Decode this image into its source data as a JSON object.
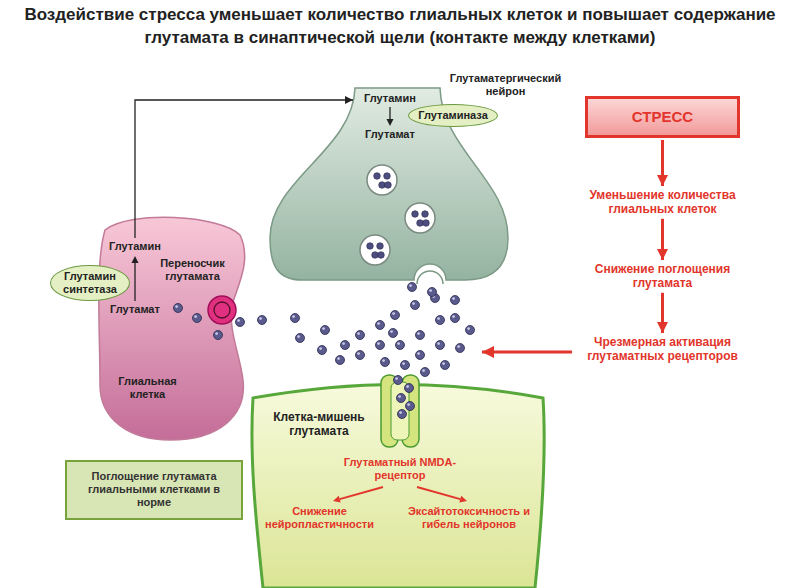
{
  "diagram": {
    "title": "Воздействие стресса уменьшает количество глиальных клеток и повышает содержание глутамата в синаптической щели (контакте между клетками)",
    "nodes": [
      {
        "text": [
          "Глутаматергический нейрон",
          "Глутамин",
          "Глутамат"
        ]
      },
      {
        "text": [
          "Глутаминаза"
        ],
        "in": 0
      },
      {
        "text": [
          "Глиальная клетка",
          "Переносчик глутамата",
          "Глутамин",
          "Глутамат"
        ]
      },
      {
        "text": [
          "Глутамин синтетаза"
        ],
        "in": 2
      },
      {
        "text": [
          "Клетка-мишень глутамата",
          "Глутаматный NMDA-рецептор",
          "Снижение нейропластичности",
          "Эксайтотоксичность и гибель нейронов"
        ]
      },
      {
        "text": [
          "СТРЕСС"
        ]
      },
      {
        "text": [
          "Уменьшение количества глиальных клеток"
        ]
      },
      {
        "text": [
          "Снижение поглощения глутамата"
        ]
      },
      {
        "text": [
          "Чрезмерная активация глутаматных рецепторов"
        ]
      },
      {
        "text": [
          "Поглощение глутамата глиальными клетками в норме"
        ]
      }
    ],
    "edges": [
      {
        "from": 2,
        "to": 0,
        "arrow": "to"
      },
      {
        "from": 5,
        "to": 6,
        "arrow": "to"
      },
      {
        "from": 6,
        "to": 7,
        "arrow": "to"
      },
      {
        "from": 7,
        "to": 8,
        "arrow": "to"
      }
    ]
  }
}
